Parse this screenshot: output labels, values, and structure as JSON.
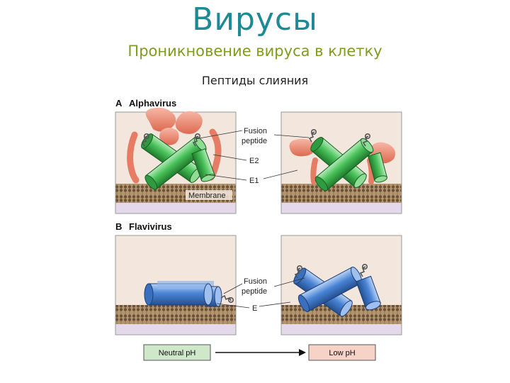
{
  "slide": {
    "title": "Вирусы",
    "subtitle": "Проникновение вируса в клетку",
    "heading": "Пептиды слияния"
  },
  "figure": {
    "panel_a": {
      "letter": "A",
      "name": "Alphavirus",
      "membrane_label": "Membrane"
    },
    "panel_b": {
      "letter": "B",
      "name": "Flavivirus"
    },
    "labels_a": {
      "fusion_line1": "Fusion",
      "fusion_line2": "peptide",
      "e2": "E2",
      "e1": "E1"
    },
    "labels_b": {
      "fusion_line1": "Fusion",
      "fusion_line2": "peptide",
      "e": "E"
    },
    "ph": {
      "neutral": "Neutral pH",
      "low": "Low pH"
    }
  },
  "colors": {
    "title": "#1f8a96",
    "subtitle": "#7f9c1e",
    "panel_bg": "#f3e6dd",
    "cytoplasm": "#e3d9ea",
    "membrane": "#a0825a",
    "e1_green": "#49c25a",
    "e2_salmon": "#ef8a72",
    "e_blue": "#4a84d6",
    "neutral_box": "#cfe8c9",
    "low_box": "#f6d2c7"
  }
}
